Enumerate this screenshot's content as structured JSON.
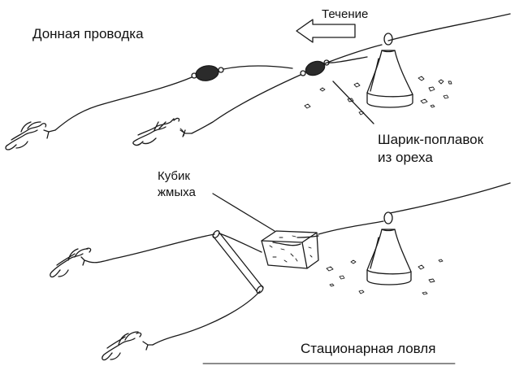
{
  "top": {
    "title": "Донная проводка",
    "current_label": "Течение",
    "float_label_line1": "Шарик-поплавок",
    "float_label_line2": "из ореха",
    "icons": {
      "current_arrow": "left-arrow-icon",
      "sinker": "bell-sinker-icon",
      "bait": "worm-icon",
      "float": "nut-float-icon"
    }
  },
  "bottom": {
    "title": "Стационарная ловля",
    "cake_label_line1": "Кубик",
    "cake_label_line2": "жмыха",
    "icons": {
      "sinker": "bell-sinker-icon",
      "bait": "worm-icon",
      "cake": "cake-cube-icon"
    }
  },
  "colors": {
    "ink": "#1a1a1a",
    "float_fill": "#2b2b2b",
    "background": "#ffffff"
  }
}
